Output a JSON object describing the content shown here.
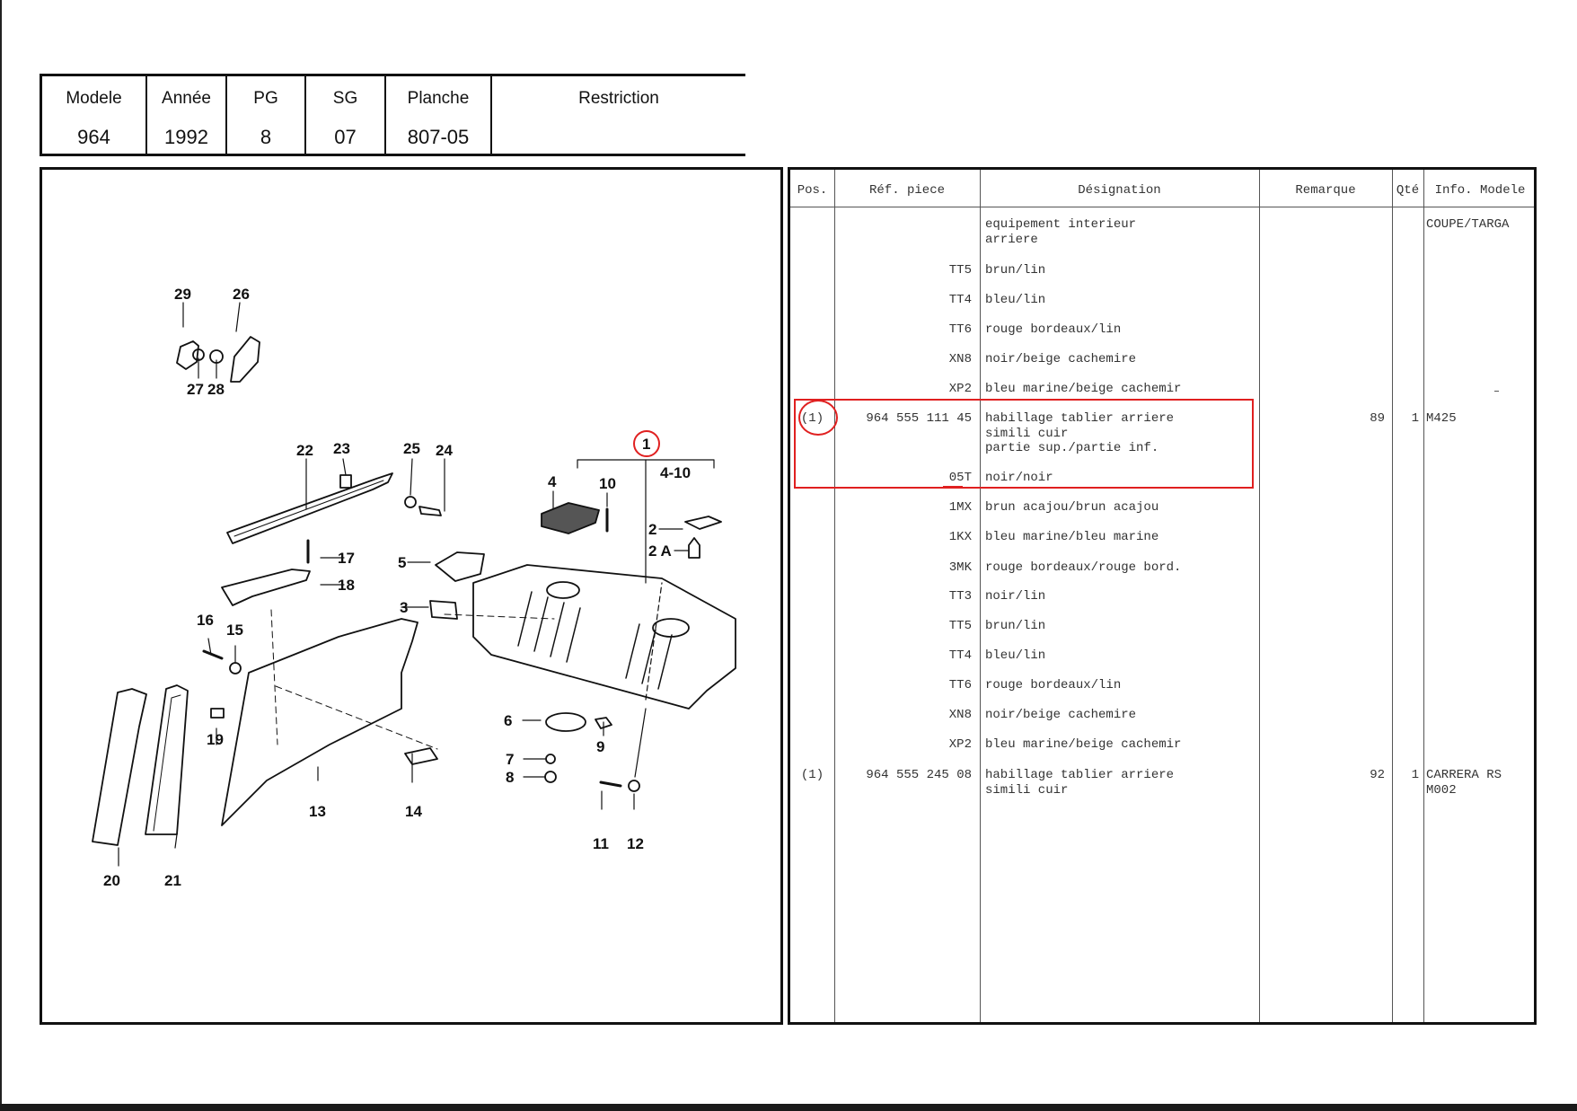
{
  "header": {
    "columns": [
      {
        "label": "Modele",
        "value": "964"
      },
      {
        "label": "Année",
        "value": "1992"
      },
      {
        "label": "PG",
        "value": "8"
      },
      {
        "label": "SG",
        "value": "07"
      },
      {
        "label": "Planche",
        "value": "807-05"
      },
      {
        "label": "Restriction",
        "value": ""
      }
    ]
  },
  "drawing": {
    "callouts": [
      "29",
      "26",
      "27",
      "28",
      "22",
      "23",
      "25",
      "24",
      "1",
      "4-10",
      "4",
      "10",
      "2",
      "2 A",
      "5",
      "17",
      "18",
      "3",
      "16",
      "15",
      "19",
      "20",
      "21",
      "13",
      "14",
      "6",
      "9",
      "7",
      "8",
      "11",
      "12"
    ]
  },
  "parts": {
    "columns": {
      "pos": "Pos.",
      "ref": "Réf. piece",
      "designation": "Désignation",
      "remarque": "Remarque",
      "qte": "Qté",
      "info": "Info. Modele"
    },
    "rows": [
      {
        "pos": "",
        "ref": "",
        "designation": "equipement interieur\narriere",
        "remarque": "",
        "qte": "",
        "info": "COUPE/TARGA"
      },
      {
        "pos": "",
        "ref": "TT5",
        "designation": "brun/lin",
        "remarque": "",
        "qte": "",
        "info": ""
      },
      {
        "pos": "",
        "ref": "TT4",
        "designation": "bleu/lin",
        "remarque": "",
        "qte": "",
        "info": ""
      },
      {
        "pos": "",
        "ref": "TT6",
        "designation": "rouge bordeaux/lin",
        "remarque": "",
        "qte": "",
        "info": ""
      },
      {
        "pos": "",
        "ref": "XN8",
        "designation": "noir/beige cachemire",
        "remarque": "",
        "qte": "",
        "info": ""
      },
      {
        "pos": "",
        "ref": "XP2",
        "designation": "bleu marine/beige cachemir",
        "remarque": "",
        "qte": "",
        "info": ""
      },
      {
        "pos": "(1)",
        "ref": "964 555 111 45",
        "designation": "habillage tablier arriere\nsimili cuir\npartie sup./partie inf.",
        "remarque": "89",
        "qte": "1",
        "info": "M425"
      },
      {
        "pos": "",
        "ref": "05T",
        "designation": "noir/noir",
        "remarque": "",
        "qte": "",
        "info": ""
      },
      {
        "pos": "",
        "ref": "1MX",
        "designation": "brun acajou/brun acajou",
        "remarque": "",
        "qte": "",
        "info": ""
      },
      {
        "pos": "",
        "ref": "1KX",
        "designation": "bleu marine/bleu marine",
        "remarque": "",
        "qte": "",
        "info": ""
      },
      {
        "pos": "",
        "ref": "3MK",
        "designation": "rouge bordeaux/rouge bord.",
        "remarque": "",
        "qte": "",
        "info": ""
      },
      {
        "pos": "",
        "ref": "TT3",
        "designation": "noir/lin",
        "remarque": "",
        "qte": "",
        "info": ""
      },
      {
        "pos": "",
        "ref": "TT5",
        "designation": "brun/lin",
        "remarque": "",
        "qte": "",
        "info": ""
      },
      {
        "pos": "",
        "ref": "TT4",
        "designation": "bleu/lin",
        "remarque": "",
        "qte": "",
        "info": ""
      },
      {
        "pos": "",
        "ref": "TT6",
        "designation": "rouge bordeaux/lin",
        "remarque": "",
        "qte": "",
        "info": ""
      },
      {
        "pos": "",
        "ref": "XN8",
        "designation": "noir/beige cachemire",
        "remarque": "",
        "qte": "",
        "info": ""
      },
      {
        "pos": "",
        "ref": "XP2",
        "designation": "bleu marine/beige cachemir",
        "remarque": "",
        "qte": "",
        "info": ""
      },
      {
        "pos": "(1)",
        "ref": "964 555 245 08",
        "designation": "habillage tablier arriere\nsimili cuir",
        "remarque": "92",
        "qte": "1",
        "info": "CARRERA RS\nM002"
      }
    ]
  },
  "colors": {
    "annotation": "#e02020",
    "ink": "#111111"
  }
}
